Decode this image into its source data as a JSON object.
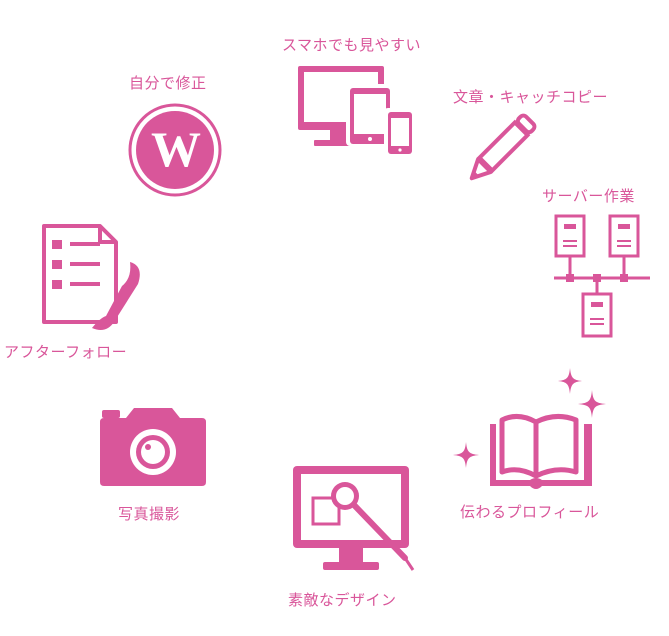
{
  "accent_color": "#d9569a",
  "features": [
    {
      "id": "responsive",
      "label": "スマホでも見やすい",
      "icon": "multi-device-icon"
    },
    {
      "id": "copywriting",
      "label": "文章・キャッチコピー",
      "icon": "pencil-icon"
    },
    {
      "id": "server",
      "label": "サーバー作業",
      "icon": "server-network-icon"
    },
    {
      "id": "profile",
      "label": "伝わるプロフィール",
      "icon": "open-book-sparkle-icon"
    },
    {
      "id": "design",
      "label": "素敵なデザイン",
      "icon": "design-monitor-icon"
    },
    {
      "id": "photo",
      "label": "写真撮影",
      "icon": "camera-icon"
    },
    {
      "id": "followup",
      "label": "アフターフォロー",
      "icon": "checklist-phone-icon"
    },
    {
      "id": "wordpress",
      "label": "自分で修正",
      "icon": "wordpress-icon"
    }
  ]
}
